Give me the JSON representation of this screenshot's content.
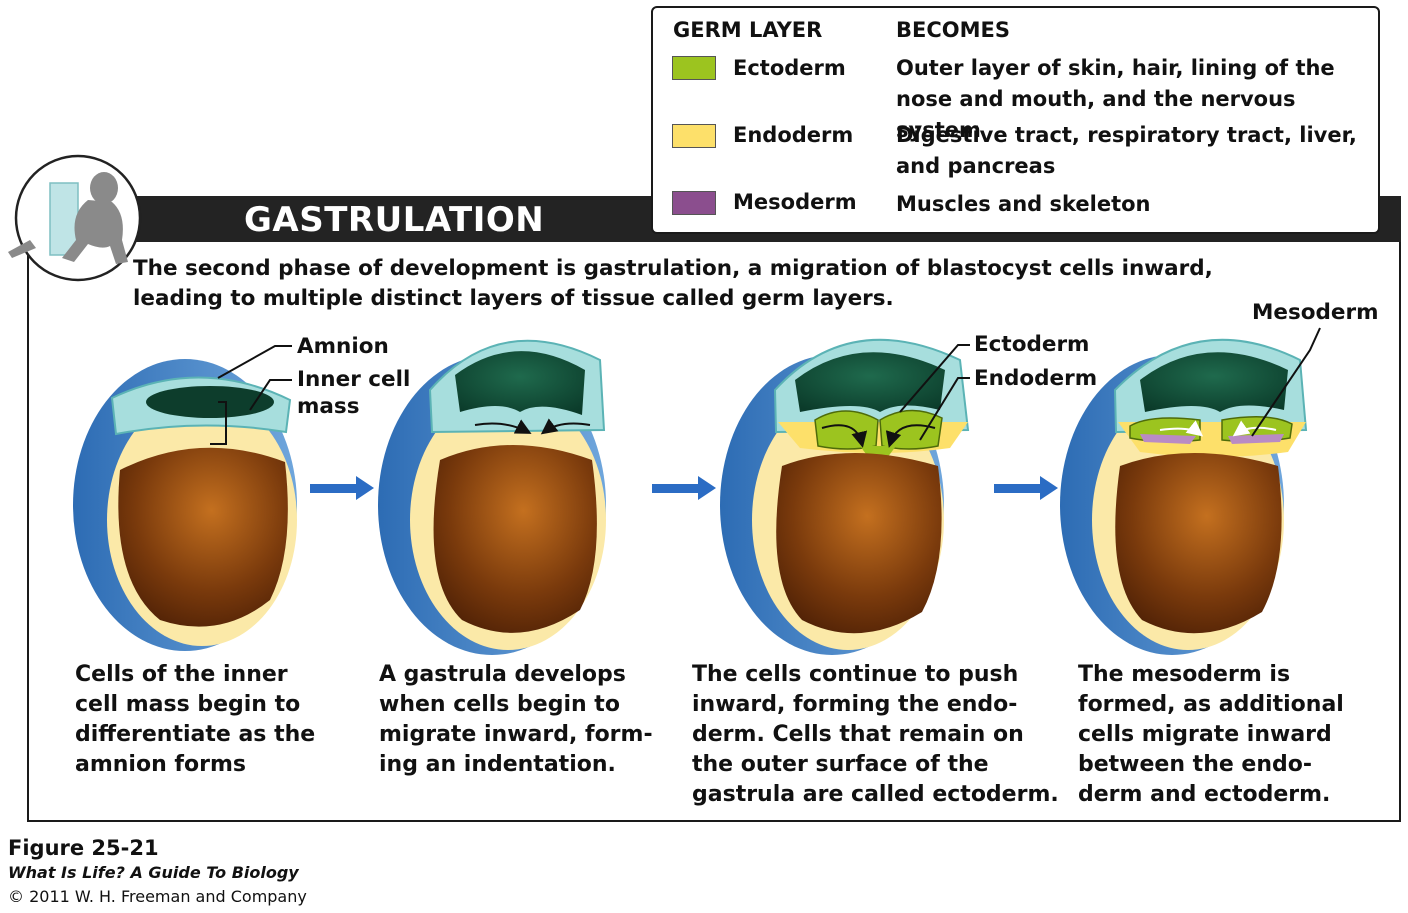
{
  "banner": {
    "title": "GASTRULATION"
  },
  "intro": "The second phase of development is gastrulation, a migration of blastocyst cells inward, leading to multiple distinct layers of tissue called germ layers.",
  "legend": {
    "header_layer": "GERM LAYER",
    "header_becomes": "BECOMES",
    "rows": [
      {
        "name": "Ectoderm",
        "color": "#9cc41f",
        "desc": "Outer layer of skin, hair, lining of the nose and mouth, and the nervous system"
      },
      {
        "name": "Endoderm",
        "color": "#fde06a",
        "desc": "Digestive tract, respiratory tract, liver, and pancreas"
      },
      {
        "name": "Mesoderm",
        "color": "#8b4e8e",
        "desc": "Muscles and skeleton"
      }
    ]
  },
  "labels": {
    "amnion": "Amnion",
    "inner_cell_mass": "Inner cell\nmass",
    "ectoderm": "Ectoderm",
    "endoderm": "Endoderm",
    "mesoderm": "Mesoderm"
  },
  "captions": [
    "Cells of the inner\ncell mass begin to\ndifferentiate as the\namnion forms",
    "A gastrula develops\nwhen cells begin to\nmigrate inward, form-\ning an indentation.",
    "The cells continue to push\ninward, forming the endo-\nderm. Cells that remain on\nthe outer surface of the\ngastrula are called ectoderm.",
    "The mesoderm is\nformed, as additional\ncells migrate inward\nbetween the endo-\nderm and ectoderm."
  ],
  "figure": {
    "number": "Figure 25-21",
    "book": "What Is Life? A Guide To Biology",
    "copyright": "© 2011 W. H. Freeman and Company"
  }
}
